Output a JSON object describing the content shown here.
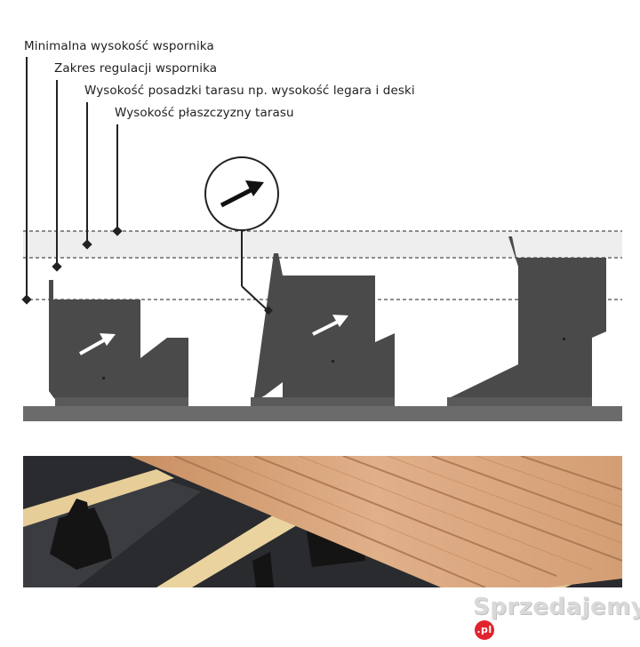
{
  "labels": [
    {
      "id": "min-height",
      "text": "Minimalna wysokość wspornika"
    },
    {
      "id": "adjust-range",
      "text": "Zakres regulacji wspornika"
    },
    {
      "id": "seat-height",
      "text": "Wysokość posadzki tarasu np. wysokość legara i deski"
    },
    {
      "id": "surface-height",
      "text": "Wysokość płaszczyzny tarasu"
    }
  ],
  "supports": [
    {
      "id": "support-low",
      "state": "minimum"
    },
    {
      "id": "support-mid",
      "state": "extended"
    },
    {
      "id": "support-high",
      "state": "maximum"
    }
  ],
  "icons": [
    "arrow-icon",
    "magnifier-arrow-icon"
  ],
  "colors": {
    "support": "#4a4a4a",
    "base_plate": "#5a5a5a",
    "ground": "#6b6b6b",
    "band": "#eeeeee",
    "arrow": "#ffffff",
    "wood": "#d9a77a",
    "joist": "#e9cf9a"
  },
  "watermark": {
    "text": "Sprzedajemy",
    "suffix": ".pl"
  }
}
